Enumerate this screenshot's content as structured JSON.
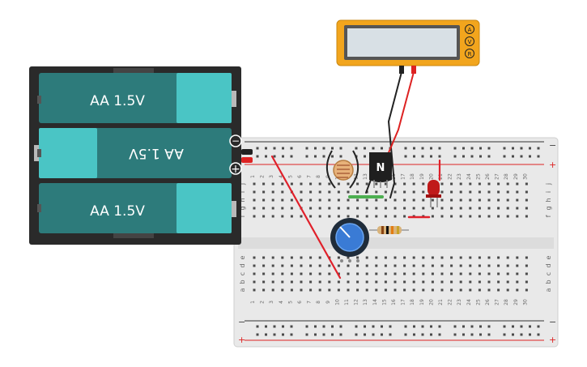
{
  "batteries": [
    {
      "label": "AA 1.5V",
      "flipped": false
    },
    {
      "label": "AA 1.5V",
      "flipped": true
    },
    {
      "label": "AA 1.5V",
      "flipped": false
    }
  ],
  "battery_terminals": {
    "negative": "−",
    "positive": "+"
  },
  "multimeter": {
    "modes": [
      "A",
      "V",
      "R"
    ],
    "active_mode": "V",
    "display": ""
  },
  "transistor": {
    "label": "N"
  },
  "breadboard": {
    "rail_minus": "−",
    "rail_plus": "+",
    "column_numbers": [
      "1",
      "2",
      "3",
      "4",
      "5",
      "6",
      "7",
      "8",
      "9",
      "10",
      "11",
      "12",
      "13",
      "14",
      "15",
      "16",
      "17",
      "18",
      "19",
      "20",
      "21",
      "22",
      "23",
      "24",
      "25",
      "26",
      "27",
      "28",
      "29",
      "30"
    ],
    "row_letters_top": [
      "j",
      "i",
      "h",
      "g",
      "f"
    ],
    "row_letters_bottom": [
      "e",
      "d",
      "c",
      "b",
      "a"
    ]
  },
  "colors": {
    "battery_body": "#2d7b7b",
    "battery_cap": "#4ac5c5",
    "holder": "#2a2a2a",
    "multimeter_body": "#f2a51d",
    "multimeter_screen": "#d8e0e5",
    "breadboard": "#e6e6e6",
    "wire_red": "#e0202a",
    "wire_black": "#222222",
    "wire_green": "#4caf50",
    "led": "#c01a1a",
    "pot_knob": "#3a7bd5"
  }
}
